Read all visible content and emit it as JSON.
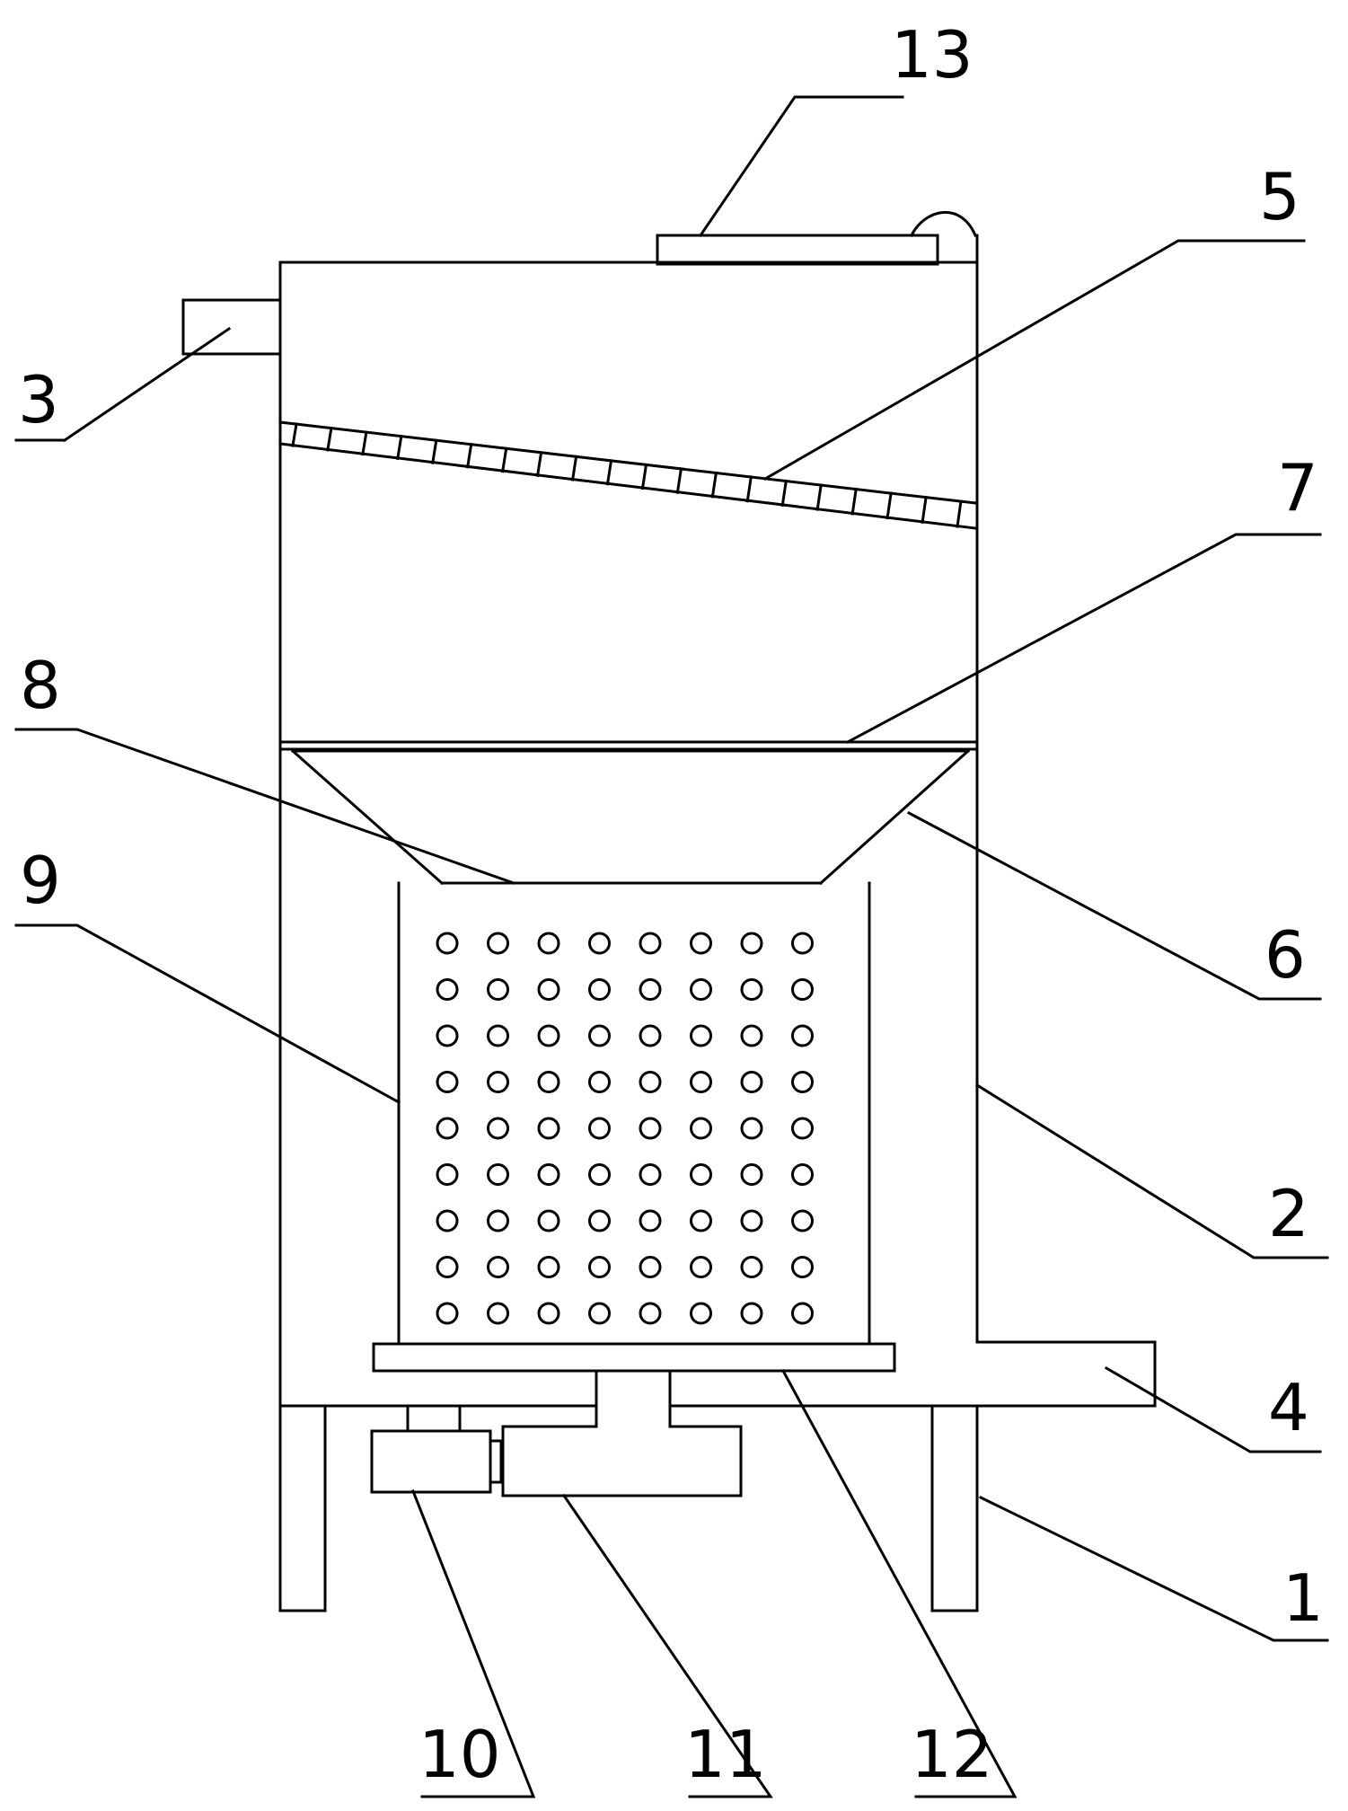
{
  "labels": {
    "l1": "1",
    "l2": "2",
    "l3": "3",
    "l4": "4",
    "l5": "5",
    "l6": "6",
    "l7": "7",
    "l8": "8",
    "l9": "9",
    "l10": "10",
    "l11": "11",
    "l12": "12",
    "l13": "13"
  },
  "colors": {
    "line": "#000000",
    "background": "#ffffff"
  }
}
